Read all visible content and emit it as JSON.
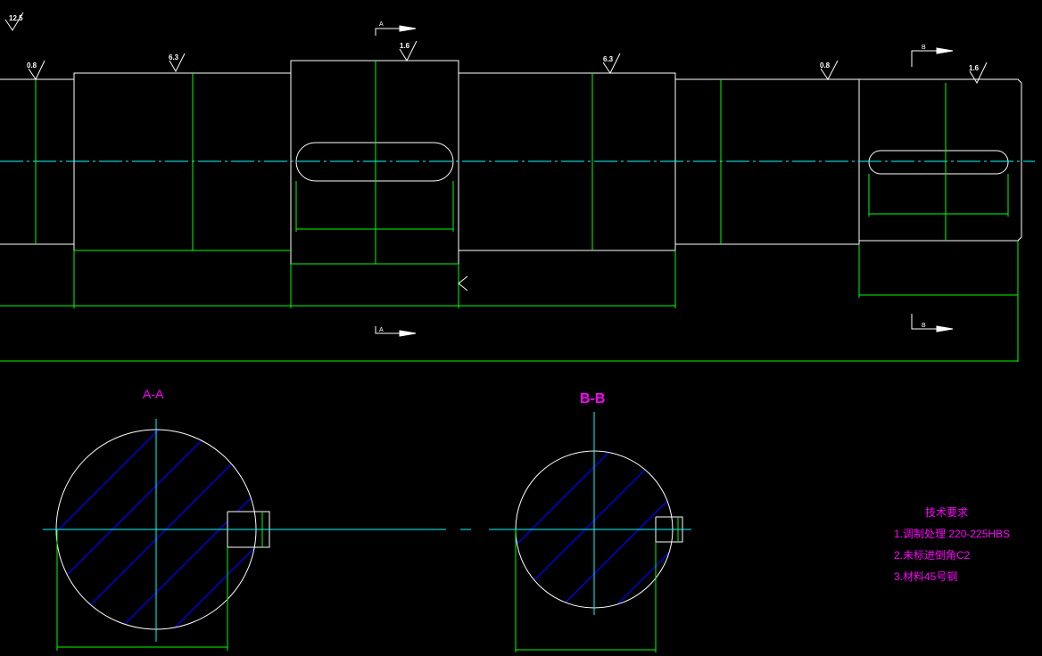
{
  "colors": {
    "background": "#000000",
    "outline": "#ffffff",
    "dimension": "#00ff00",
    "centerline": "#00ffff",
    "hatch": "#0000ff",
    "annotation": "#ff00ff"
  },
  "roughness": {
    "corner": "12.5",
    "r1": "0.8",
    "r2": "6.3",
    "r3": "1.6",
    "r4": "6.3",
    "r5": "0.8",
    "r6": "1.6"
  },
  "section_markers": {
    "a_top": "A",
    "a_bottom": "A",
    "b_top": "B",
    "b_bottom": "B"
  },
  "section_titles": {
    "aa": "A-A",
    "bb": "B-B"
  },
  "tech_requirements": {
    "title": "技术要求",
    "item1": "1.调制处理 220-225HBS",
    "item2": "2.未标进倒角C2",
    "item3": "3.材料45号钢"
  }
}
